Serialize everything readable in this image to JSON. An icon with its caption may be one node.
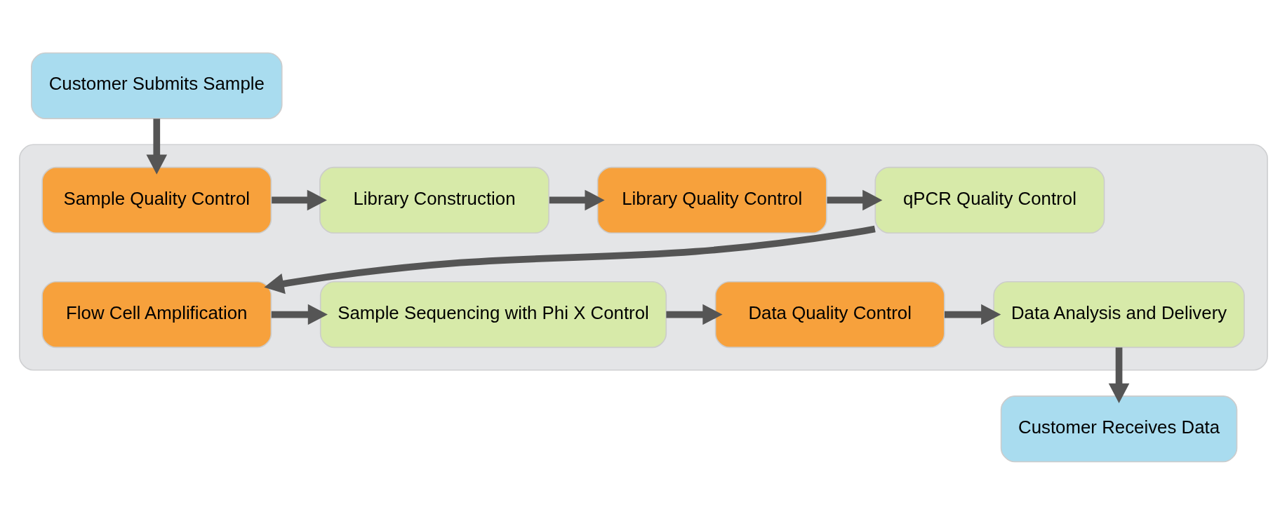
{
  "diagram": {
    "nodes": [
      {
        "text": [
          "Customer Submits Sample"
        ]
      },
      {
        "text": [],
        "shape": "box"
      },
      {
        "text": [
          "Sample Quality Control"
        ],
        "in": 1
      },
      {
        "text": [
          "Library Construction"
        ],
        "in": 1
      },
      {
        "text": [
          "Library Quality Control"
        ],
        "in": 1
      },
      {
        "text": [
          "qPCR Quality Control"
        ],
        "in": 1
      },
      {
        "text": [
          "Flow Cell Amplification"
        ],
        "in": 1
      },
      {
        "text": [
          "Sample Sequencing with Phi X Control"
        ],
        "in": 1
      },
      {
        "text": [
          "Data Quality Control"
        ],
        "in": 1
      },
      {
        "text": [
          "Data Analysis and Delivery"
        ],
        "in": 1
      },
      {
        "text": [
          "Customer Receives Data"
        ]
      }
    ],
    "edges": [
      {
        "from": 0,
        "to": 2,
        "arrow": "to"
      },
      {
        "from": 2,
        "to": 3,
        "arrow": "to"
      },
      {
        "from": 3,
        "to": 4,
        "arrow": "to"
      },
      {
        "from": 4,
        "to": 5,
        "arrow": "to"
      },
      {
        "from": 5,
        "to": 6,
        "arrow": "to"
      },
      {
        "from": 6,
        "to": 7,
        "arrow": "to"
      },
      {
        "from": 7,
        "to": 8,
        "arrow": "to"
      },
      {
        "from": 8,
        "to": 9,
        "arrow": "to"
      },
      {
        "from": 9,
        "to": 10,
        "arrow": "to"
      }
    ]
  }
}
